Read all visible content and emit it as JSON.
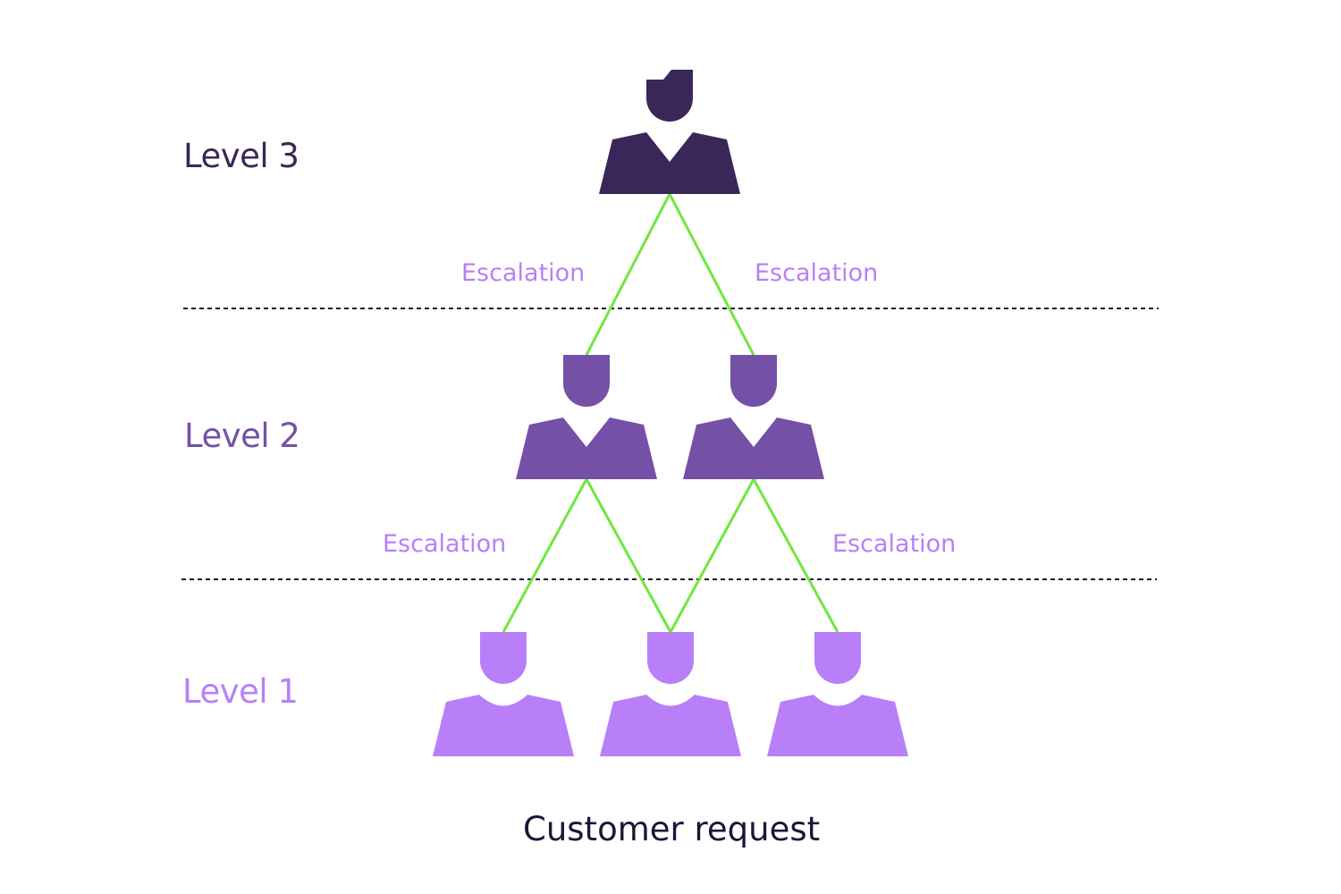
{
  "colors": {
    "level3": "#3a2759",
    "level2": "#7451a7",
    "level1": "#b87ff9",
    "escalation_line": "#6ee83e",
    "escalation_text": "#b87ff7",
    "divider": "#1c1538",
    "footer_text": "#1c1538"
  },
  "levels": [
    {
      "id": "level-3",
      "label": "Level 3",
      "agents": 1,
      "style": "formal"
    },
    {
      "id": "level-2",
      "label": "Level 2",
      "agents": 2,
      "style": "formal"
    },
    {
      "id": "level-1",
      "label": "Level 1",
      "agents": 3,
      "style": "casual"
    }
  ],
  "escalation_labels": [
    "Escalation",
    "Escalation",
    "Escalation",
    "Escalation"
  ],
  "footer": {
    "label": "Customer request"
  },
  "edges": [
    {
      "from": "level-2.0",
      "to": "level-3.0"
    },
    {
      "from": "level-2.1",
      "to": "level-3.0"
    },
    {
      "from": "level-1.0",
      "to": "level-2.0"
    },
    {
      "from": "level-1.1",
      "to": "level-2.0"
    },
    {
      "from": "level-1.1",
      "to": "level-2.1"
    },
    {
      "from": "level-1.2",
      "to": "level-2.1"
    }
  ]
}
